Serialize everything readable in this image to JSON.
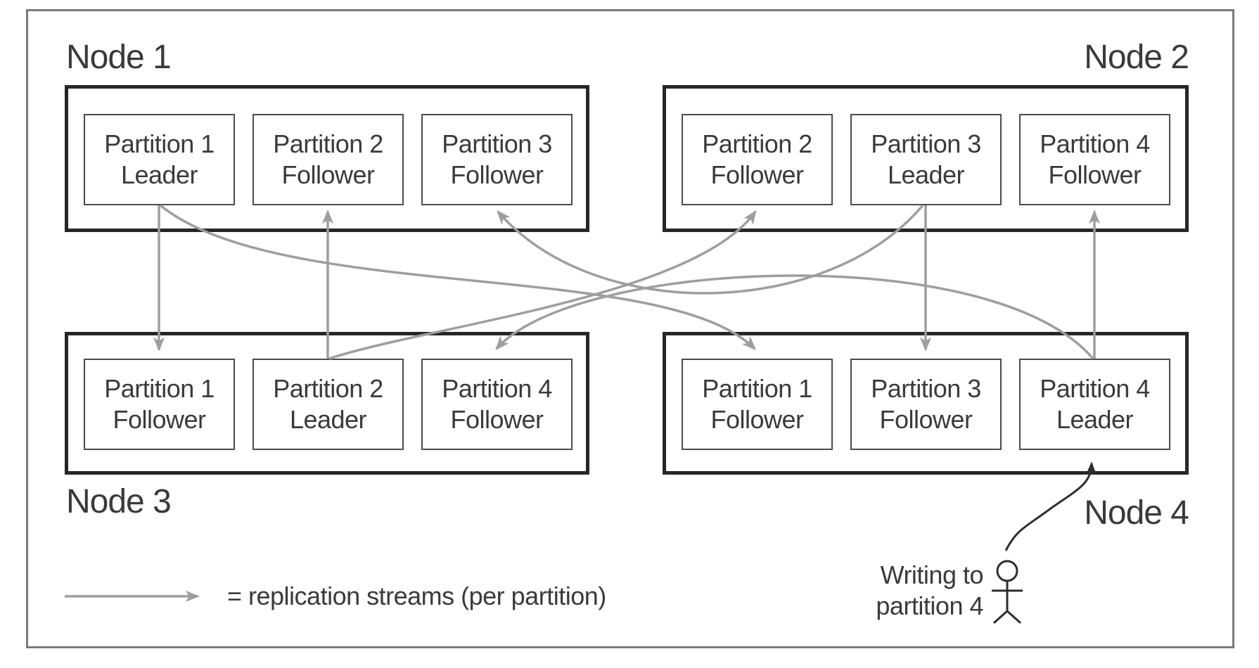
{
  "figure_type": "replication-topology-diagram",
  "nodes": [
    {
      "label": "Node 1",
      "label_position": "top-left",
      "partitions": [
        {
          "line1": "Partition 1",
          "line2": "Leader"
        },
        {
          "line1": "Partition 2",
          "line2": "Follower"
        },
        {
          "line1": "Partition 3",
          "line2": "Follower"
        }
      ]
    },
    {
      "label": "Node 2",
      "label_position": "top-right",
      "partitions": [
        {
          "line1": "Partition 2",
          "line2": "Follower"
        },
        {
          "line1": "Partition 3",
          "line2": "Leader"
        },
        {
          "line1": "Partition 4",
          "line2": "Follower"
        }
      ]
    },
    {
      "label": "Node 3",
      "label_position": "bottom-left",
      "partitions": [
        {
          "line1": "Partition 1",
          "line2": "Follower"
        },
        {
          "line1": "Partition 2",
          "line2": "Leader"
        },
        {
          "line1": "Partition 4",
          "line2": "Follower"
        }
      ]
    },
    {
      "label": "Node 4",
      "label_position": "bottom-right",
      "partitions": [
        {
          "line1": "Partition 1",
          "line2": "Follower"
        },
        {
          "line1": "Partition 3",
          "line2": "Follower"
        },
        {
          "line1": "Partition 4",
          "line2": "Leader"
        }
      ]
    }
  ],
  "replication_streams": [
    {
      "partition": "Partition 1",
      "from": "Node 1 / Leader",
      "to": "Node 3 / Follower",
      "shape": "straight"
    },
    {
      "partition": "Partition 1",
      "from": "Node 1 / Leader",
      "to": "Node 4 / Follower",
      "shape": "curved"
    },
    {
      "partition": "Partition 2",
      "from": "Node 3 / Leader",
      "to": "Node 1 / Follower",
      "shape": "straight"
    },
    {
      "partition": "Partition 2",
      "from": "Node 3 / Leader",
      "to": "Node 2 / Follower",
      "shape": "curved"
    },
    {
      "partition": "Partition 3",
      "from": "Node 2 / Leader",
      "to": "Node 4 / Follower",
      "shape": "straight"
    },
    {
      "partition": "Partition 3",
      "from": "Node 2 / Leader",
      "to": "Node 1 / Follower",
      "shape": "curved"
    },
    {
      "partition": "Partition 4",
      "from": "Node 4 / Leader",
      "to": "Node 2 / Follower",
      "shape": "straight"
    },
    {
      "partition": "Partition 4",
      "from": "Node 4 / Leader",
      "to": "Node 3 / Follower",
      "shape": "curved"
    }
  ],
  "legend": {
    "text": "= replication streams (per partition)"
  },
  "client": {
    "line1": "Writing to",
    "line2": "partition 4",
    "target": "Node 4 / Partition 4 Leader"
  },
  "colors": {
    "background": "#ffffff",
    "text": "#3a3a3a",
    "outer_border": "#7a7a7a",
    "node_border": "#262626",
    "partition_border": "#4b4b4b",
    "replication_arrow": "#9e9e9e",
    "client_arrow": "#2e2e2e"
  }
}
